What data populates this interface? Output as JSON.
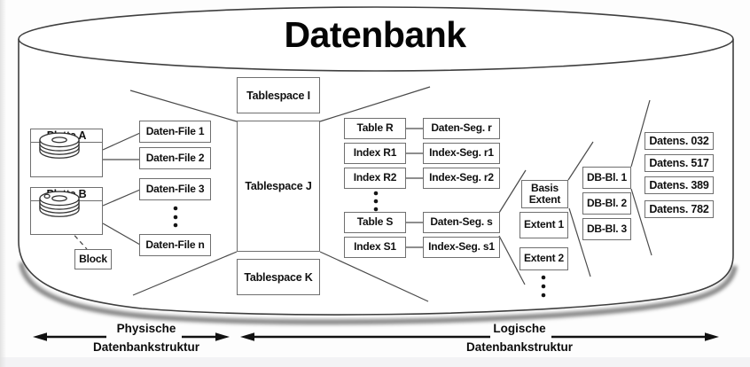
{
  "title": "Datenbank",
  "physical": {
    "disk_a": "Platte A",
    "disk_b": "Platte B",
    "block": "Block",
    "files": [
      "Daten-File 1",
      "Daten-File 2",
      "Daten-File 3",
      "Daten-File n"
    ]
  },
  "logical": {
    "tablespaces": [
      "Tablespace I",
      "Tablespace J",
      "Tablespace K"
    ],
    "tables": [
      "Table R",
      "Index R1",
      "Index R2",
      "Table S",
      "Index S1"
    ],
    "segments": [
      "Daten-Seg. r",
      "Index-Seg. r1",
      "Index-Seg. r2",
      "Daten-Seg. s",
      "Index-Seg. s1"
    ],
    "extents": [
      "Basis Extent",
      "Extent 1",
      "Extent 2"
    ],
    "db_blocks": [
      "DB-Bl. 1",
      "DB-Bl. 2",
      "DB-Bl. 3"
    ],
    "records": [
      "Datens. 032",
      "Datens. 517",
      "Datens. 389",
      "Datens. 782"
    ]
  },
  "footer": {
    "physical_line1": "Physische",
    "physical_line2": "Datenbankstruktur",
    "logical_line1": "Logische",
    "logical_line2": "Datenbankstruktur"
  },
  "colors": {
    "box_border": "#6f6f6f",
    "connector_line": "#4a4a4a",
    "cylinder_stroke": "#3f3f3f",
    "text": "#101010",
    "background": "#fdfdfd",
    "page_edge": "#e2e2e2",
    "shadow": "#000000"
  }
}
